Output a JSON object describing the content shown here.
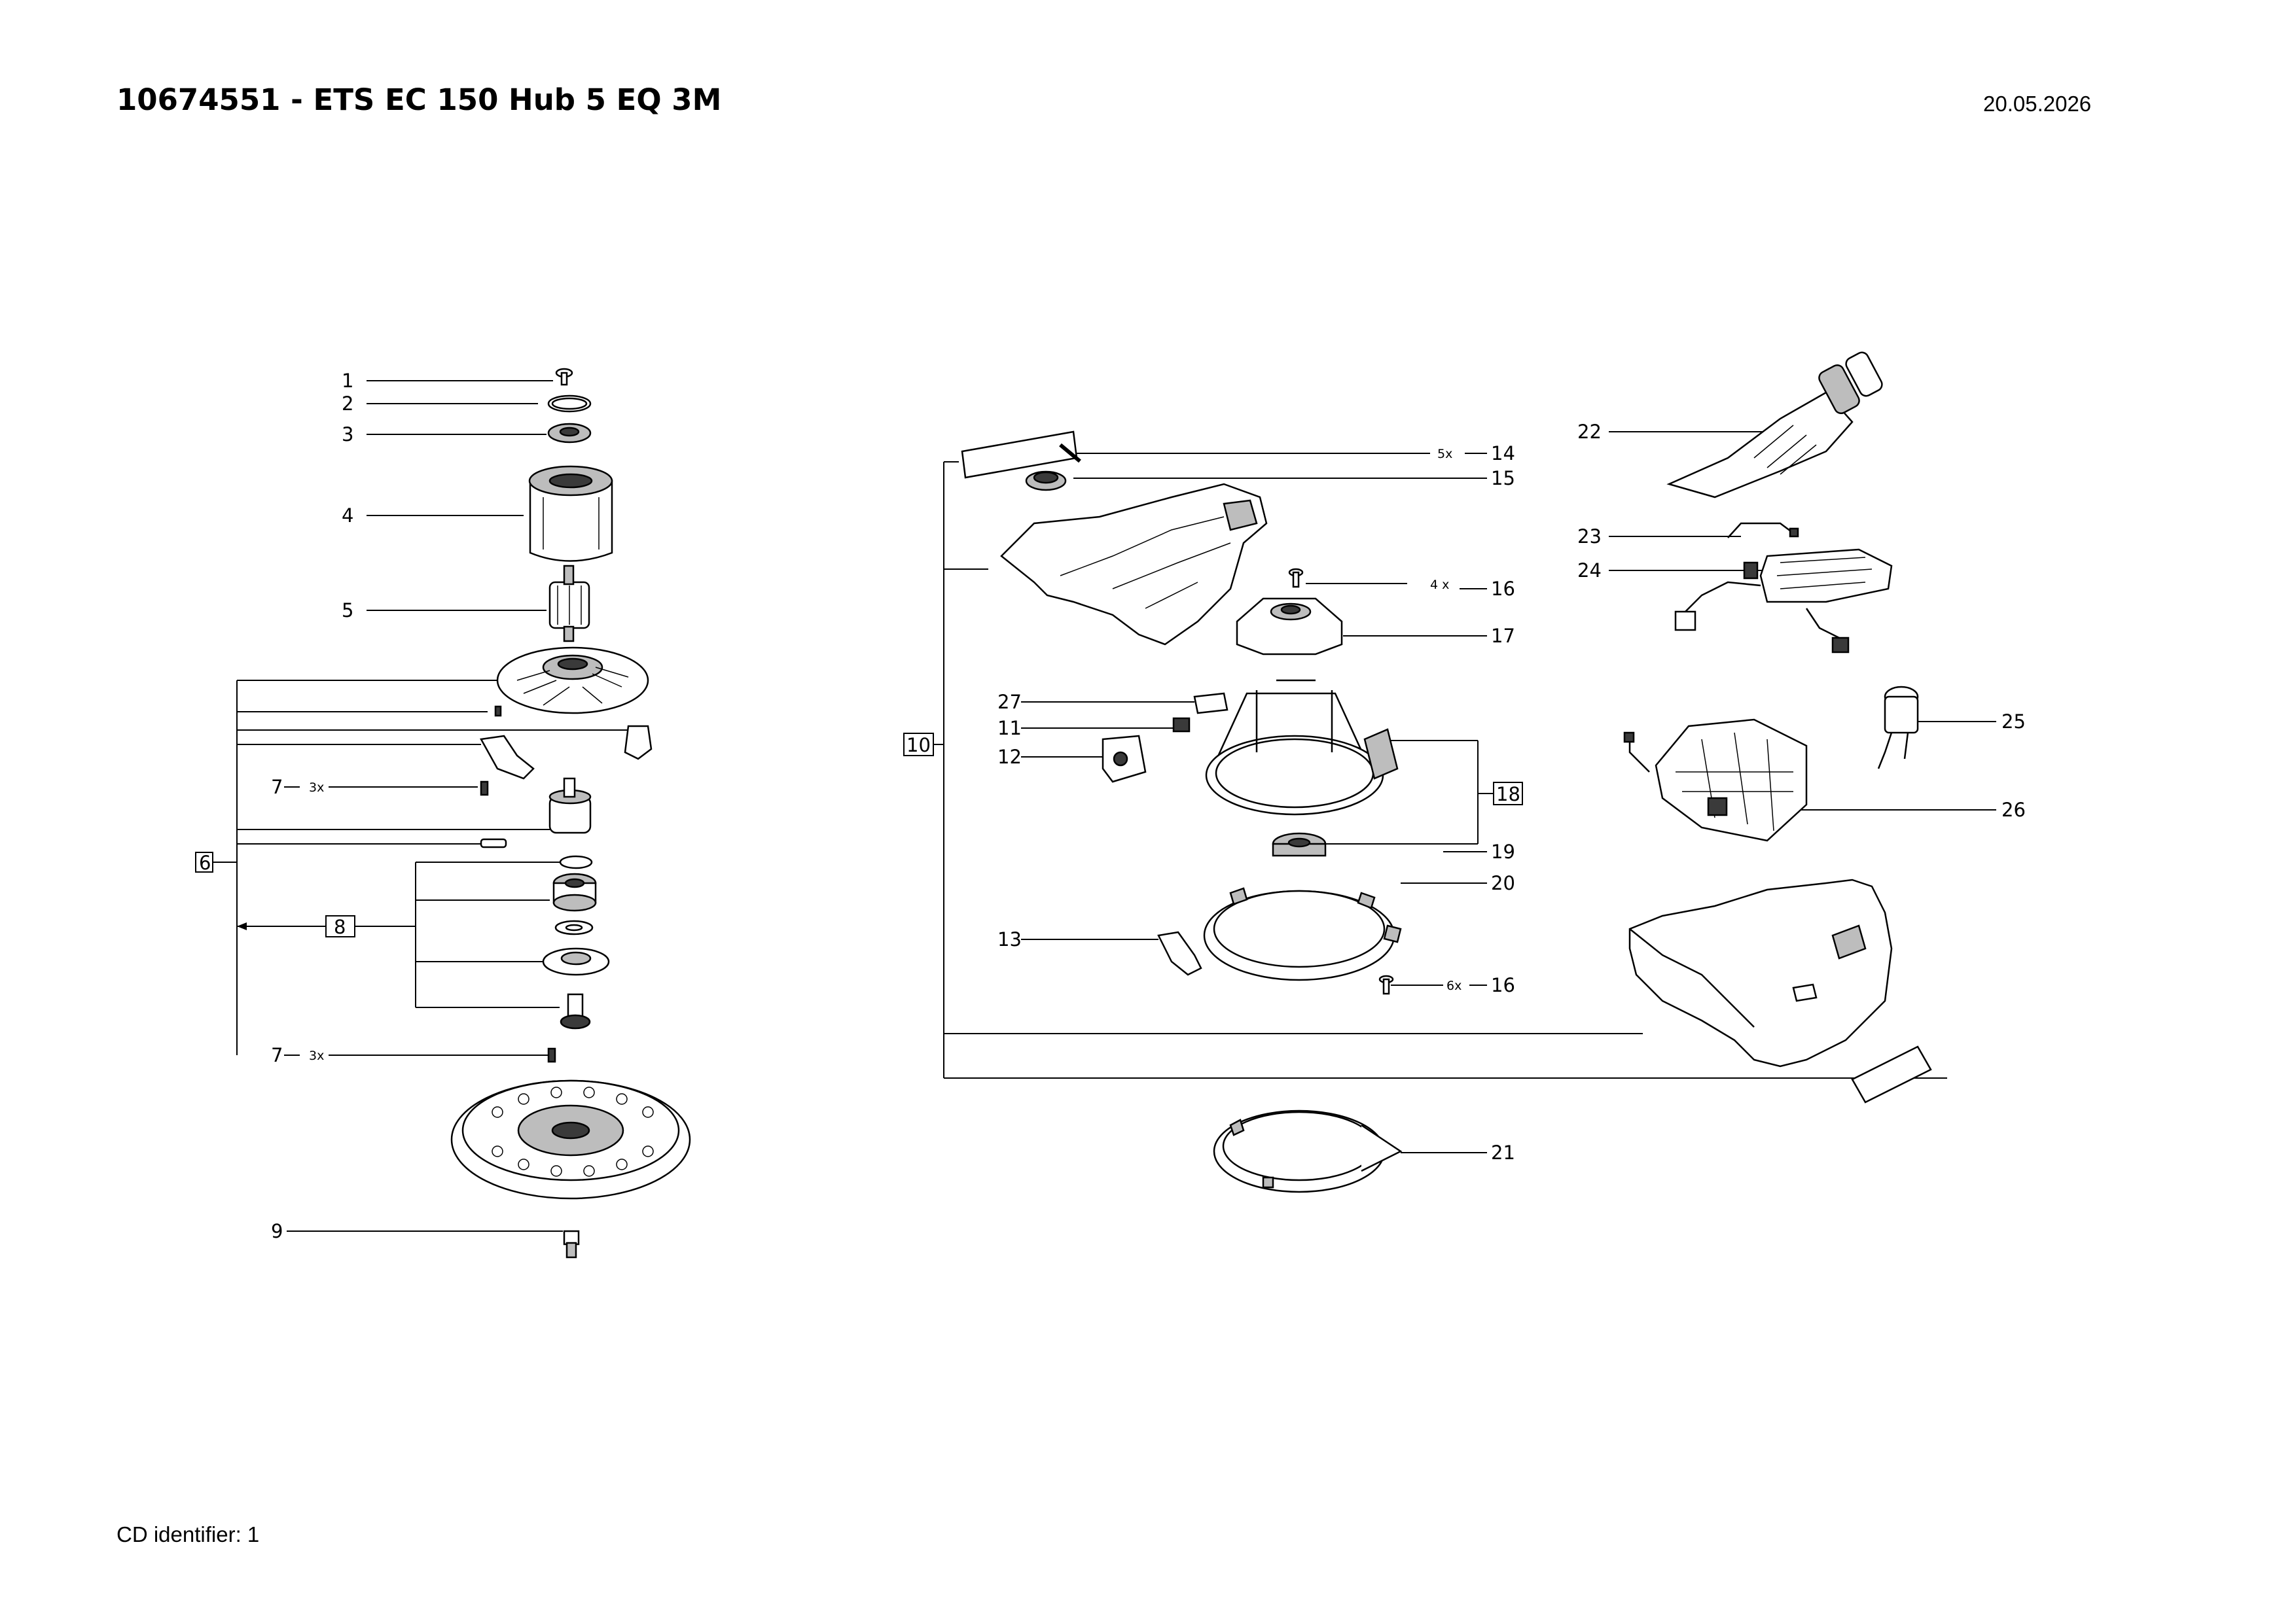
{
  "header": {
    "title": "10674551 - ETS EC 150 Hub 5 EQ 3M",
    "date": "20.05.2026"
  },
  "footer": {
    "cd_identifier": "CD identifier: 1"
  },
  "callouts": {
    "c1": "1",
    "c2": "2",
    "c3": "3",
    "c4": "4",
    "c5": "5",
    "c6": "6",
    "c7a": "7",
    "c7b": "7",
    "c8": "8",
    "c9": "9",
    "c10": "10",
    "c11": "11",
    "c12": "12",
    "c13": "13",
    "c14": "14",
    "c15": "15",
    "c16a": "16",
    "c16b": "16",
    "c17": "17",
    "c18": "18",
    "c19": "19",
    "c20": "20",
    "c21": "21",
    "c22": "22",
    "c23": "23",
    "c24": "24",
    "c25": "25",
    "c26": "26",
    "c27": "27"
  },
  "quantities": {
    "q7a": "3x",
    "q7b": "3x",
    "q14": "5x",
    "q16a": "4 x",
    "q16b": "6x"
  }
}
